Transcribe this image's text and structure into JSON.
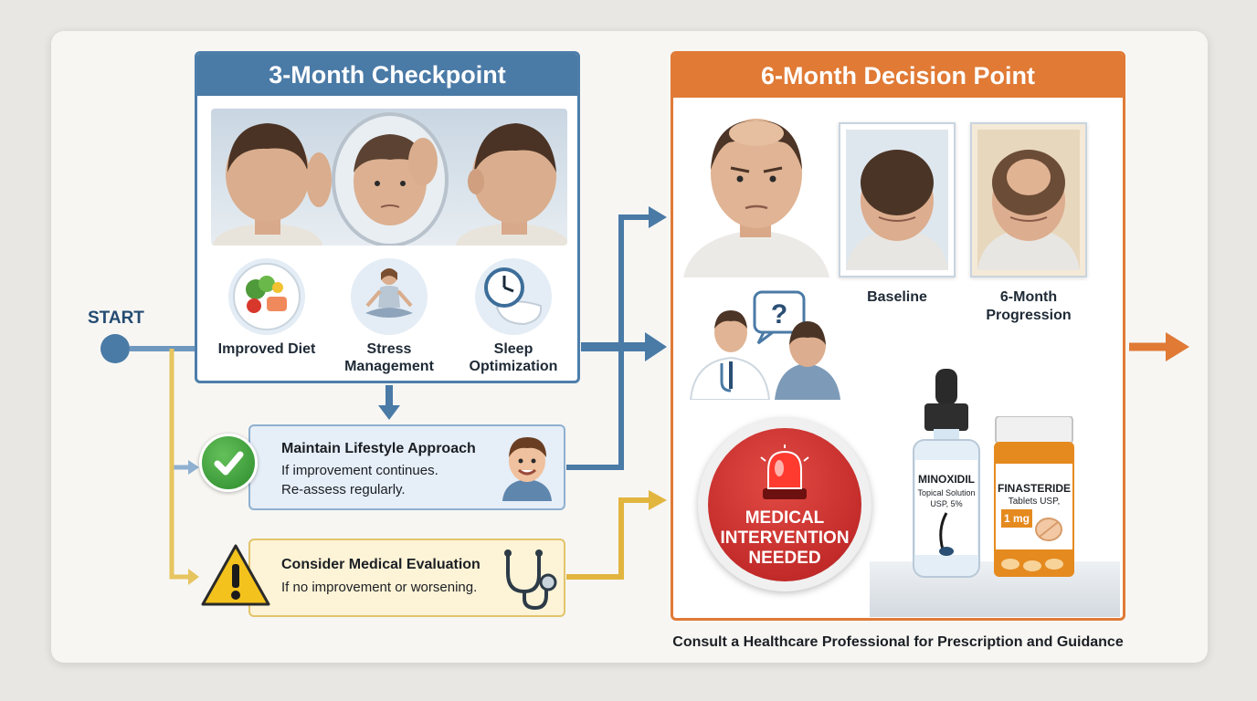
{
  "start_label": "START",
  "checkpoint_3m": {
    "title": "3-Month Checkpoint",
    "items": [
      {
        "label": "Improved Diet",
        "icon": "food-plate-icon"
      },
      {
        "label": "Stress Management",
        "icon": "meditation-icon"
      },
      {
        "label": "Sleep Optimization",
        "icon": "clock-pillow-icon"
      }
    ]
  },
  "outcomes": {
    "maintain": {
      "title": "Maintain Lifestyle Approach",
      "line1": "If improvement continues.",
      "line2": "Re-assess regularly."
    },
    "consider": {
      "title": "Consider Medical Evaluation",
      "line1": "If no improvement or worsening."
    }
  },
  "decision_6m": {
    "title": "6-Month Decision Point",
    "baseline_caption": "Baseline",
    "progression_caption": "6-Month Progression",
    "alert": "MEDICAL INTERVENTION NEEDED",
    "minoxidil": {
      "name": "MINOXIDIL",
      "line1": "Topical Solution",
      "line2": "USP, 5%"
    },
    "finasteride": {
      "name": "FINASTERIDE",
      "line1": "Tablets USP,",
      "dose": "1 mg"
    }
  },
  "footer": "Consult a Healthcare Professional for Prescription and Guidance",
  "colors": {
    "blue": "#4a7aa6",
    "orange": "#e07a35",
    "yellow": "#e2b53f",
    "green": "#2c8b2c",
    "red": "#c62828"
  }
}
